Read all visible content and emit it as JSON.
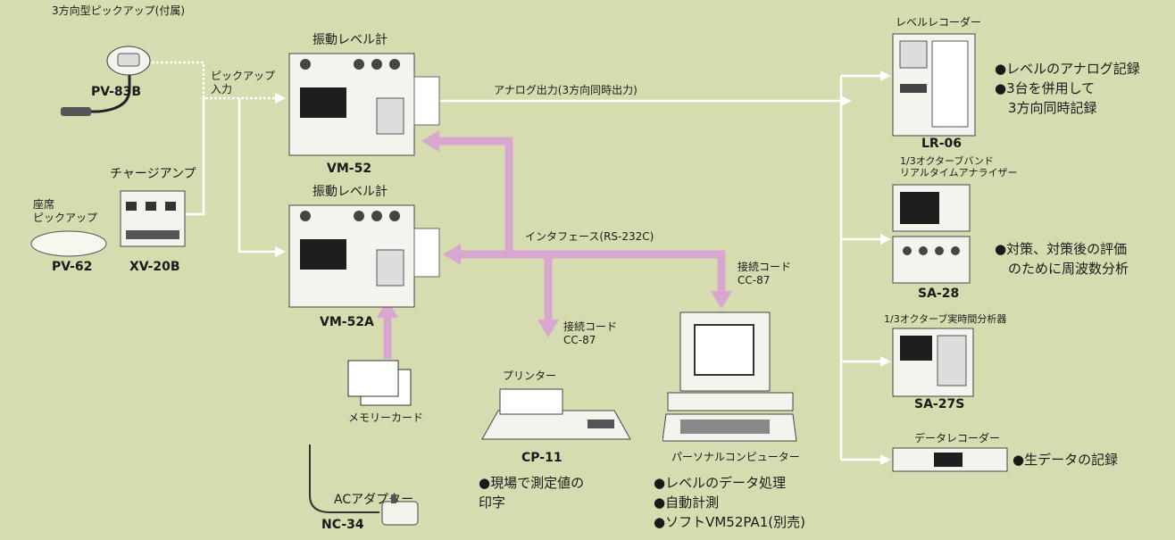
{
  "labels": {
    "pv83b_caption": "3方向型ピックアップ(付属)",
    "pv83b": "PV-83B",
    "seat_pickup": "座席\nピックアップ",
    "pv62": "PV-62",
    "charge_amp": "チャージアンプ",
    "xv20b": "XV-20B",
    "pickup_input": "ピックアップ\n入力",
    "vm52_title": "振動レベル計",
    "vm52": "VM-52",
    "vm52a_title": "振動レベル計",
    "vm52a": "VM-52A",
    "memory_card": "メモリーカード",
    "ac_adapter": "ACアダプター",
    "nc34": "NC-34",
    "analog_out": "アナログ出力(3方向同時出力)",
    "interface": "インタフェース(RS-232C)",
    "cord_left": "接続コード\nCC-87",
    "cord_right": "接続コード\nCC-87",
    "printer": "プリンター",
    "cp11": "CP-11",
    "printer_note": "●現場で測定値の\n印字",
    "pc": "パーソナルコンピューター",
    "pc_notes": "●レベルのデータ処理\n●自動計測\n●ソフトVM52PA1(別売)",
    "level_recorder": "レベルレコーダー",
    "lr06": "LR-06",
    "lr06_notes": "●レベルのアナログ記録\n●3台を併用して\n　3方向同時記録",
    "analyzer_caption": "1/3オクターブバンド\nリアルタイムアナライザー",
    "sa28": "SA-28",
    "sa28_notes": "●対策、対策後の評価\n　のために周波数分析",
    "sa27s_caption": "1/3オクターブ実時間分析器",
    "sa27s": "SA-27S",
    "data_recorder": "データレコーダー",
    "data_recorder_note": "●生データの記録"
  },
  "colors": {
    "background": "#d6dcb0",
    "interface_arrow": "#d9a6cf",
    "wire": "#ffffff",
    "device_body": "#f4f4ee",
    "display": "#1e1e1e"
  },
  "icons": {
    "pickup": "triaxial-pickup-icon",
    "vm52": "vibration-meter-icon",
    "printer": "printer-icon",
    "pc": "personal-computer-icon",
    "recorder": "level-recorder-icon"
  }
}
